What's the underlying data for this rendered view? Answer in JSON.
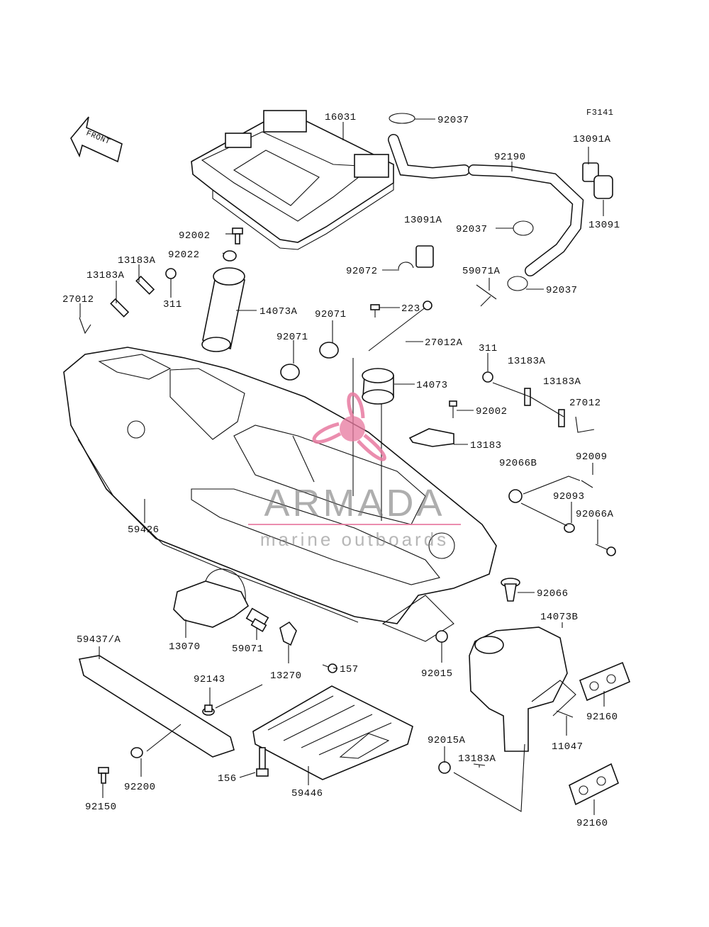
{
  "figure_code": "F3141",
  "front_arrow_label": "FRONT",
  "watermark": {
    "brand": "ARMADA",
    "tagline": "marine outboards",
    "color": "#e87aa0"
  },
  "part_labels": {
    "p16031": "16031",
    "p92037_a": "92037",
    "p92190": "92190",
    "p13091A_a": "13091A",
    "p13091": "13091",
    "p13091A_b": "13091A",
    "p92037_b": "92037",
    "p92072": "92072",
    "p59071A": "59071A",
    "p92037_c": "92037",
    "p92002_a": "92002",
    "p92022": "92022",
    "p13183A_a": "13183A",
    "p13183A_b": "13183A",
    "p311_a": "311",
    "p27012": "27012",
    "p14073A": "14073A",
    "p92071_a": "92071",
    "p92071_b": "92071",
    "p223": "223",
    "p27012A": "27012A",
    "p14073": "14073",
    "p311_b": "311",
    "p13183A_c": "13183A",
    "p13183A_d": "13183A",
    "p27012_b": "27012",
    "p92002_b": "92002",
    "p13183": "13183",
    "p92009": "92009",
    "p92066B": "92066B",
    "p92093": "92093",
    "p92066A": "92066A",
    "p59426": "59426",
    "p92066": "92066",
    "p14073B": "14073B",
    "p59437A": "59437/A",
    "p13070": "13070",
    "p59071": "59071",
    "p13270": "13270",
    "p157": "157",
    "p92015": "92015",
    "p92143": "92143",
    "p92160_a": "92160",
    "p11047": "11047",
    "p92015A": "92015A",
    "p13183A_e": "13183A",
    "p156": "156",
    "p59446": "59446",
    "p92200": "92200",
    "p92150": "92150",
    "p92160_b": "92160"
  }
}
